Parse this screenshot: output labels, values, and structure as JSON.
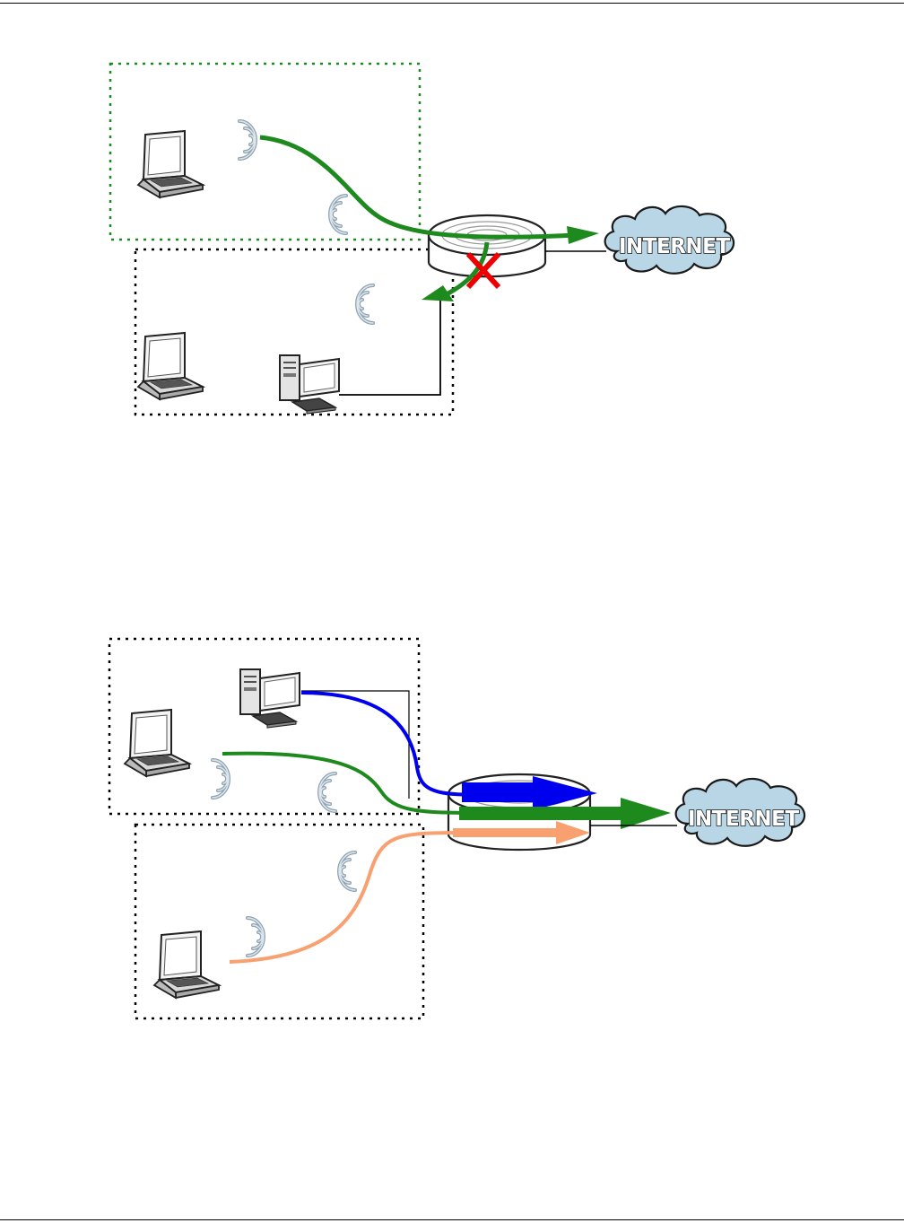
{
  "cloud_label": "INTERNET",
  "colors": {
    "green": "#1e8a1e",
    "blue": "#0000ee",
    "orange": "#f9a070",
    "red": "#ee0000",
    "cloud_fill": "#b9d6e6",
    "green_dotted": "#1e8a1e",
    "black_dotted": "#000000"
  },
  "icons": [
    "laptop-icon",
    "desktop-computer-icon",
    "wireless-signal-icon",
    "router-icon",
    "internet-cloud-icon",
    "blocked-x-icon"
  ],
  "diagrams": [
    {
      "name": "top",
      "flows": [
        "green"
      ],
      "blocked": true
    },
    {
      "name": "bottom",
      "flows": [
        "blue",
        "green",
        "orange"
      ],
      "blocked": false
    }
  ]
}
